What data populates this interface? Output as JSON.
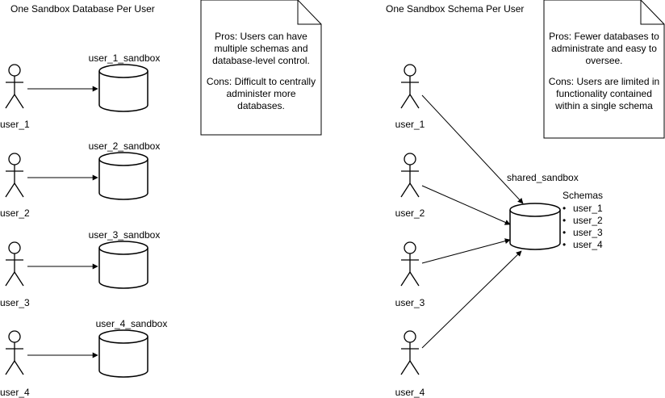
{
  "left_panel": {
    "title": "One Sandbox Database Per User",
    "users": [
      {
        "user_label": "user_1",
        "db_label": "user_1_sandbox"
      },
      {
        "user_label": "user_2",
        "db_label": "user_2_sandbox"
      },
      {
        "user_label": "user_3",
        "db_label": "user_3_sandbox"
      },
      {
        "user_label": "user_4",
        "db_label": "user_4_sandbox"
      }
    ],
    "note": {
      "pros": "Pros: Users can have\nmultiple schemas and\ndatabase-level control.",
      "cons": "Cons: Difficult to centrally\nadminister more\ndatabases."
    }
  },
  "right_panel": {
    "title": "One Sandbox Schema Per User",
    "users": [
      {
        "user_label": "user_1"
      },
      {
        "user_label": "user_2"
      },
      {
        "user_label": "user_3"
      },
      {
        "user_label": "user_4"
      }
    ],
    "shared_db_label": "shared_sandbox",
    "schemas_title": "Schemas",
    "schemas": [
      "user_1",
      "user_2",
      "user_3",
      "user_4"
    ],
    "note": {
      "pros": "Pros: Fewer databases to\nadministrate and easy to\noversee.",
      "cons": "Cons: Users are limited in\nfunctionality contained\nwithin a single schema"
    }
  }
}
